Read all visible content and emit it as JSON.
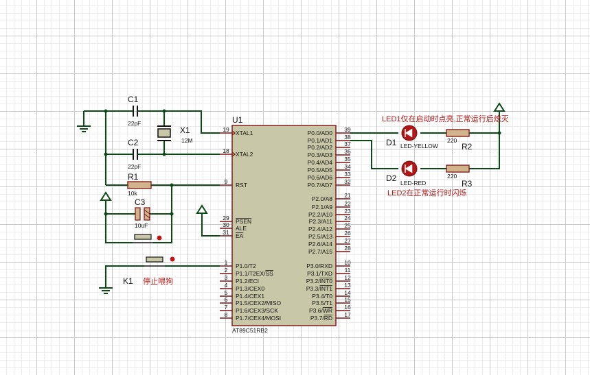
{
  "chip": {
    "ref": "U1",
    "part": "AT89C51RB2",
    "left_pins": [
      {
        "num": "19",
        "name": "XTAL1"
      },
      {
        "num": "18",
        "name": "XTAL2"
      },
      {
        "num": "9",
        "name": "RST"
      },
      {
        "num": "29",
        "name": "PSEN"
      },
      {
        "num": "30",
        "name": "ALE"
      },
      {
        "num": "31",
        "name": "EA"
      },
      {
        "num": "1",
        "name": "P1.0/T2"
      },
      {
        "num": "2",
        "name": "P1.1/T2EX/SS"
      },
      {
        "num": "3",
        "name": "P1.2/ECI"
      },
      {
        "num": "4",
        "name": "P1.3/CEX0"
      },
      {
        "num": "5",
        "name": "P1.4/CEX1"
      },
      {
        "num": "6",
        "name": "P1.5/CEX2/MISO"
      },
      {
        "num": "7",
        "name": "P1.6/CEX3/SCK"
      },
      {
        "num": "8",
        "name": "P1.7/CEX4/MOSI"
      }
    ],
    "right_pins": [
      {
        "num": "39",
        "name": "P0.0/AD0"
      },
      {
        "num": "38",
        "name": "P0.1/AD1"
      },
      {
        "num": "37",
        "name": "P0.2/AD2"
      },
      {
        "num": "36",
        "name": "P0.3/AD3"
      },
      {
        "num": "35",
        "name": "P0.4/AD4"
      },
      {
        "num": "34",
        "name": "P0.5/AD5"
      },
      {
        "num": "33",
        "name": "P0.6/AD6"
      },
      {
        "num": "32",
        "name": "P0.7/AD7"
      },
      {
        "num": "21",
        "name": "P2.0/A8"
      },
      {
        "num": "22",
        "name": "P2.1/A9"
      },
      {
        "num": "23",
        "name": "P2.2/A10"
      },
      {
        "num": "24",
        "name": "P2.3/A11"
      },
      {
        "num": "25",
        "name": "P2.4/A12"
      },
      {
        "num": "26",
        "name": "P2.5/A13"
      },
      {
        "num": "27",
        "name": "P2.6/A14"
      },
      {
        "num": "28",
        "name": "P2.7/A15"
      },
      {
        "num": "10",
        "name": "P3.0/RXD"
      },
      {
        "num": "11",
        "name": "P3.1/TXD"
      },
      {
        "num": "12",
        "name": "P3.2/INT0"
      },
      {
        "num": "13",
        "name": "P3.3/INT1"
      },
      {
        "num": "14",
        "name": "P3.4/T0"
      },
      {
        "num": "15",
        "name": "P3.5/T1"
      },
      {
        "num": "16",
        "name": "P3.6/WR"
      },
      {
        "num": "17",
        "name": "P3.7/RD"
      }
    ]
  },
  "components": {
    "c1": {
      "ref": "C1",
      "value": "22pF"
    },
    "c2": {
      "ref": "C2",
      "value": "22pF"
    },
    "x1": {
      "ref": "X1",
      "value": "12M"
    },
    "r1": {
      "ref": "R1",
      "value": "10k"
    },
    "c3": {
      "ref": "C3",
      "value": "10uF"
    },
    "d1": {
      "ref": "D1",
      "value": "LED-YELLOW"
    },
    "d2": {
      "ref": "D2",
      "value": "LED-RED"
    },
    "r2": {
      "ref": "R2",
      "value": "220"
    },
    "r3": {
      "ref": "R3",
      "value": "220"
    },
    "k1": {
      "ref": "K1",
      "label": "停止喂狗"
    }
  },
  "annotations": {
    "led1_note": "LED1仅在启动时点亮,正常运行后熄灭",
    "led2_note": "LED2在正常运行时闪烁"
  },
  "colors": {
    "wire": "#0b4a16",
    "chip_fill": "#c8c8a8",
    "chip_border": "#8b1a1a",
    "note_text": "#b01818",
    "led": "#b01818"
  }
}
